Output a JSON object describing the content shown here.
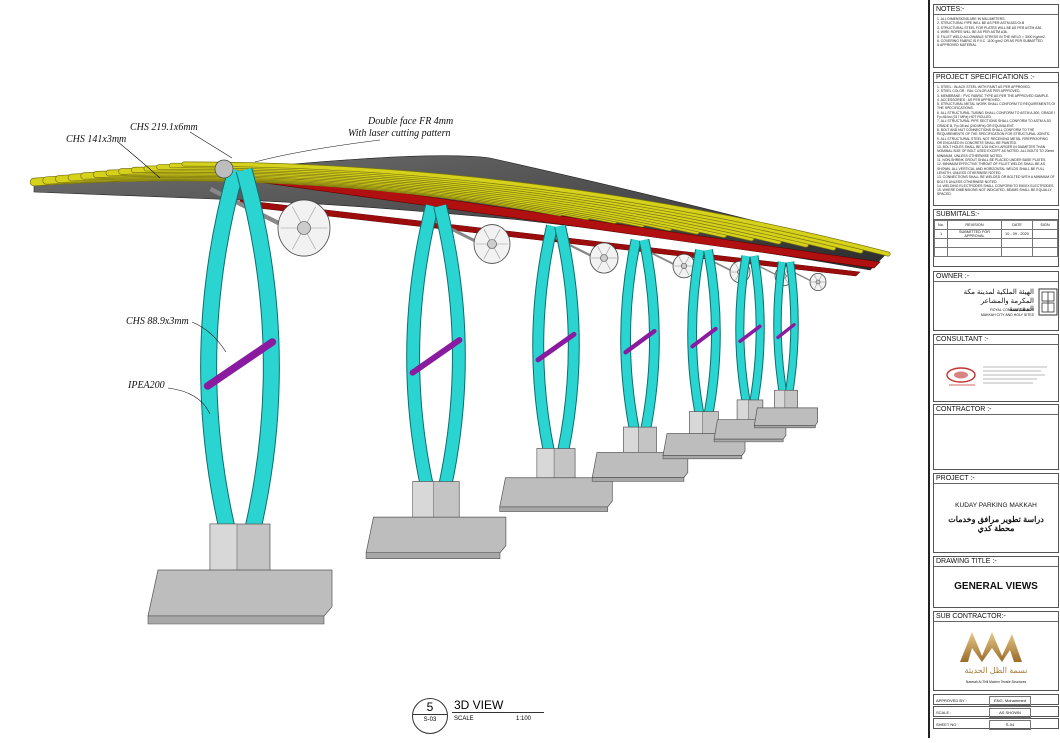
{
  "labels": {
    "chs_top": "CHS 219.1x6mm",
    "chs_left": "CHS 141x3mm",
    "cover_line1": "Double face FR 4mm",
    "cover_line2": "With laser cutting pattern",
    "chs_brace": "CHS 88.9x3mm",
    "ipea": "IPEA200"
  },
  "view": {
    "number": "5",
    "sheet_ref": "S-03",
    "name": "3D VIEW",
    "scale_label": "SCALE",
    "scale_value": "1:100"
  },
  "colors": {
    "steel": "#2ad4d0",
    "brace": "#8a1aa0",
    "purlin": "#d6d21c",
    "rafter": "#b01010",
    "concrete": "#c4c4c4"
  },
  "titleblock": {
    "notes_header": "NOTES:-",
    "notes_lines": [
      "1.  ALL DIMENSIONS ARE IN MILLIMETERS.",
      "2.  STRUCTURAL PIPE WILL BE  AS PER ASTM A53 Gr.B",
      "3.  STRUCTURAL STEEL FOR PLATES WILL BE AS PER ASTM A36.",
      "4.  WIRE ROPES WILL BE AS PER ASTM A36.",
      "5.  FILLET WELD ALLOWABLE STRESS IN THE WELD = 3000 Kg/cm2.",
      "6.  COVERING FABRIC IS P.V.C. 1100 g/m2 OR AS PER SUBMITTED",
      "     & APPROVED MATERIAL"
    ],
    "spec_header": "PROJECT SPECIFICATIONS :-",
    "spec_lines": [
      "1.  STEEL : BLACK STEEL WITH PAINT AS PER APPROVED.",
      "2.  STEEL COLOR : RAL COLOR AS PER APPROVED.",
      "3.  MEMBRANE : PVC FABRIC TYPE AS PER THE APPROVED SAMPLE.",
      "4.  ACCESSORIES : AS PER APPROVED.",
      "5.  STRUCTURAL METAL WORK SHALL CONFORM TO REQUIREMENTS OF",
      "     THE SPECIFICATIONS.",
      "6.  ALL STRUCTURAL TUBING SHALL CONFORM TO ASTM A-500, GRADE B,",
      "     Fy=46 ksi (317 MPa) HOT ROLLED.",
      "7.  ALL STRUCTURAL PIPE SECTIONS SHALL CONFORM TO ASTM A-53",
      "     GRADE B, Fy=35 ksi (240 MPa) OR EQUIVALENT.",
      "8.  BOLT AND NUT CONNECTIONS SHALL CONFORM TO THE",
      "     REQUIREMENTS OF THE SPECIFICATION FOR STRUCTURAL JOINTS.",
      "9.  ALL STRUCTURAL STEEL NOT RECEIVING METAL FIREPROOFING",
      "     OR ENCASED IN CONCRETE SHALL BE PAINTED.",
      "10. BOLT HOLES SHALL BE 1/16 INCH LARGER IN DIAMETER THAN",
      "     NOMINAL SIZE OF BOLT USED EXCEPT AS NOTED. ALL BOLTS TO 20mm",
      "     MINIMUM, UNLESS OTHERWISE NOTED.",
      "11. NON-SHRINK GROUT SHALL BE PLACED UNDER BASE PLATES.",
      "12. MINIMUM EFFECTIVE THROAT OF FILLET WELDS SHALL BE AS",
      "     SHOWN. ALL VERTICAL AND HORIZONTAL WELDS SHALL BE FULL",
      "     LENGTH, UNLESS OTHERWISE NOTED.",
      "13. CONNECTIONS SHALL BE WELDED OR BOLTED WITH A MINIMUM OF 2",
      "     BOLTS UNLESS OTHERWISE NOTED.",
      "14. WELDING ELECTRODES SHALL CONFORM TO E60XX ELECTRODES.",
      "15. WHERE DIMENSIONS NOT INDICATED, BEAMS SHALL BE EQUALLY",
      "     SPACED."
    ],
    "submittals_header": "SUBMITALS:-",
    "submittals_cols": [
      "No.",
      "REVISION",
      "DATE",
      "SIGN"
    ],
    "submittals_row": [
      "1",
      "SUBMITTED FOR APPROVAL",
      "10 - 09 - 2020",
      ""
    ],
    "owner_header": "OWNER :-",
    "owner_ar_1": "الهيئة الملكية لمدينة مكة",
    "owner_ar_2": "المكرمة والمشاعر المقدسة",
    "owner_en_1": "ROYAL COMMISSION FOR",
    "owner_en_2": "MAKKAH CITY AND HOLY SITES",
    "consultant_header": "CONSULTANT :-",
    "contractor_header": "CONTRACTOR :-",
    "project_header": "PROJECT :-",
    "project_en": "KUDAY PARKING  MAKKAH",
    "project_ar_1": "دراسة تطوير مرافق وخدمات",
    "project_ar_2": "محطة كدي",
    "drawing_title_header": "DRAWING TITLE :-",
    "drawing_title": "GENERAL VIEWS",
    "subcontractor_header": "SUB CONTRACTOR:-",
    "logo_ar": "نسمة الظل الحديثة",
    "logo_en": "Nasmah Al-Thill Modern Tensile Structures",
    "approved_label": "APPROVED BY :",
    "approved_value": "ENG. Mohammed",
    "scale_label": "SCALE :",
    "scale_value": "AS SHOWN",
    "sheet_label": "SHEET NO :",
    "sheet_value": "S-04"
  }
}
